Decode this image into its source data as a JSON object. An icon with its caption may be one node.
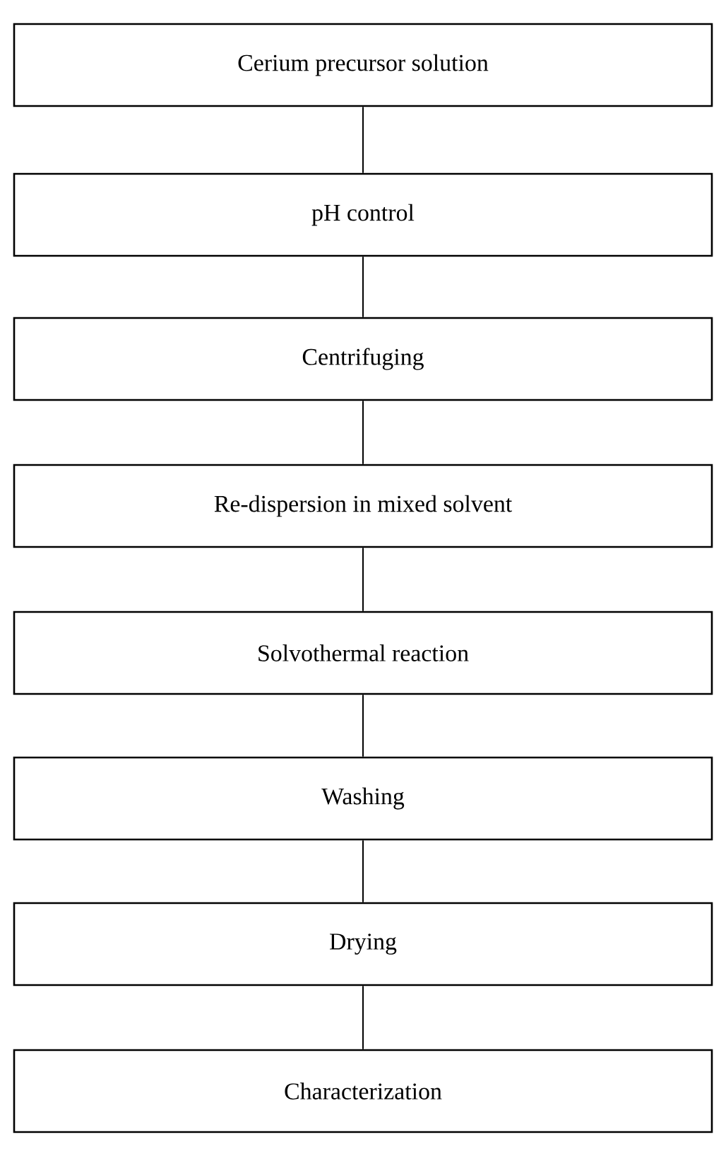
{
  "diagram": {
    "nodes": [
      {
        "text": [
          "Cerium precursor solution"
        ]
      },
      {
        "text": [
          "pH control"
        ]
      },
      {
        "text": [
          "Centrifuging"
        ]
      },
      {
        "text": [
          "Re-dispersion in mixed solvent"
        ]
      },
      {
        "text": [
          "Solvothermal reaction"
        ]
      },
      {
        "text": [
          "Washing"
        ]
      },
      {
        "text": [
          "Drying"
        ]
      },
      {
        "text": [
          "Characterization"
        ]
      }
    ],
    "edges": [
      {
        "from": 0,
        "to": 1,
        "arrow": "none"
      },
      {
        "from": 1,
        "to": 2,
        "arrow": "none"
      },
      {
        "from": 2,
        "to": 3,
        "arrow": "none"
      },
      {
        "from": 3,
        "to": 4,
        "arrow": "none"
      },
      {
        "from": 4,
        "to": 5,
        "arrow": "none"
      },
      {
        "from": 5,
        "to": 6,
        "arrow": "none"
      },
      {
        "from": 6,
        "to": 7,
        "arrow": "none"
      }
    ]
  }
}
